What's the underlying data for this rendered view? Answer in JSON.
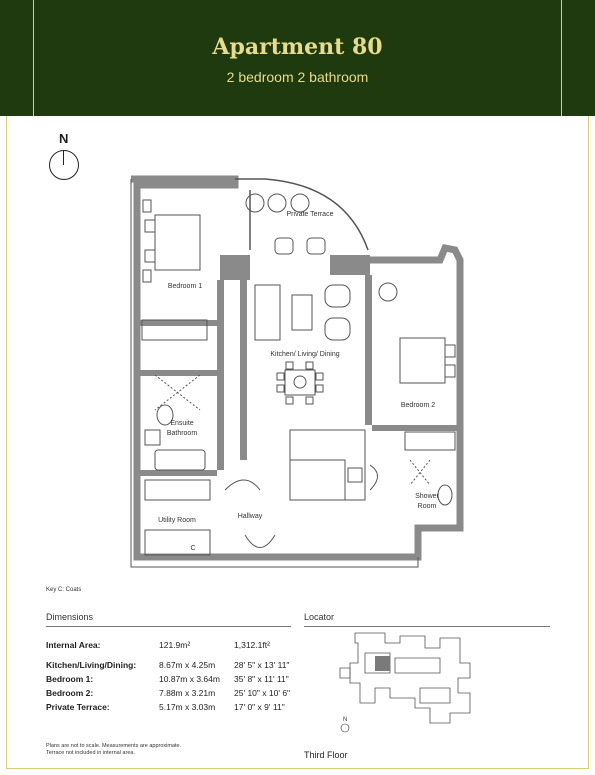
{
  "header": {
    "title": "Apartment 80",
    "subtitle": "2 bedroom 2 bathroom"
  },
  "compass": {
    "label": "N"
  },
  "plan": {
    "rooms": {
      "private_terrace": "Private Terrace",
      "bedroom1": "Bedroom 1",
      "kitchen": "Kitchen/ Living/ Dining",
      "bedroom2": "Bedroom 2",
      "ensuite_line1": "Ensuite",
      "ensuite_line2": "Bathroom",
      "shower_line1": "Shower",
      "shower_line2": "Room",
      "utility": "Utility Room",
      "hallway": "Hallway",
      "coats_symbol": "C"
    }
  },
  "key": "Key  C: Coats",
  "dimensions": {
    "title": "Dimensions",
    "rows": [
      {
        "name": "Internal Area:",
        "metric": "121.9m²",
        "imperial": "1,312.1ft²"
      },
      {
        "name": "Kitchen/Living/Dining:",
        "metric": "8.67m x 4.25m",
        "imperial": "28' 5\" x 13' 11\""
      },
      {
        "name": "Bedroom 1:",
        "metric": "10.87m x 3.64m",
        "imperial": "35' 8\" x 11' 11\""
      },
      {
        "name": "Bedroom 2:",
        "metric": "7.88m x 3.21m",
        "imperial": "25' 10\" x 10' 6\""
      },
      {
        "name": "Private Terrace:",
        "metric": "5.17m x 3.03m",
        "imperial": "17' 0\" x 9' 11\""
      }
    ]
  },
  "disclaimer": {
    "line1": "Plans are not to scale. Measurements are approximate.",
    "line2": "Terrace not included in internal area."
  },
  "locator": {
    "title": "Locator",
    "north": "N",
    "floor": "Third Floor"
  },
  "colors": {
    "header_bg": "#1f3a0f",
    "header_text": "#e6dc8a",
    "frame_border": "#d9cf72",
    "wall": "#8a8a8a",
    "highlight": "#7a7a7a"
  }
}
